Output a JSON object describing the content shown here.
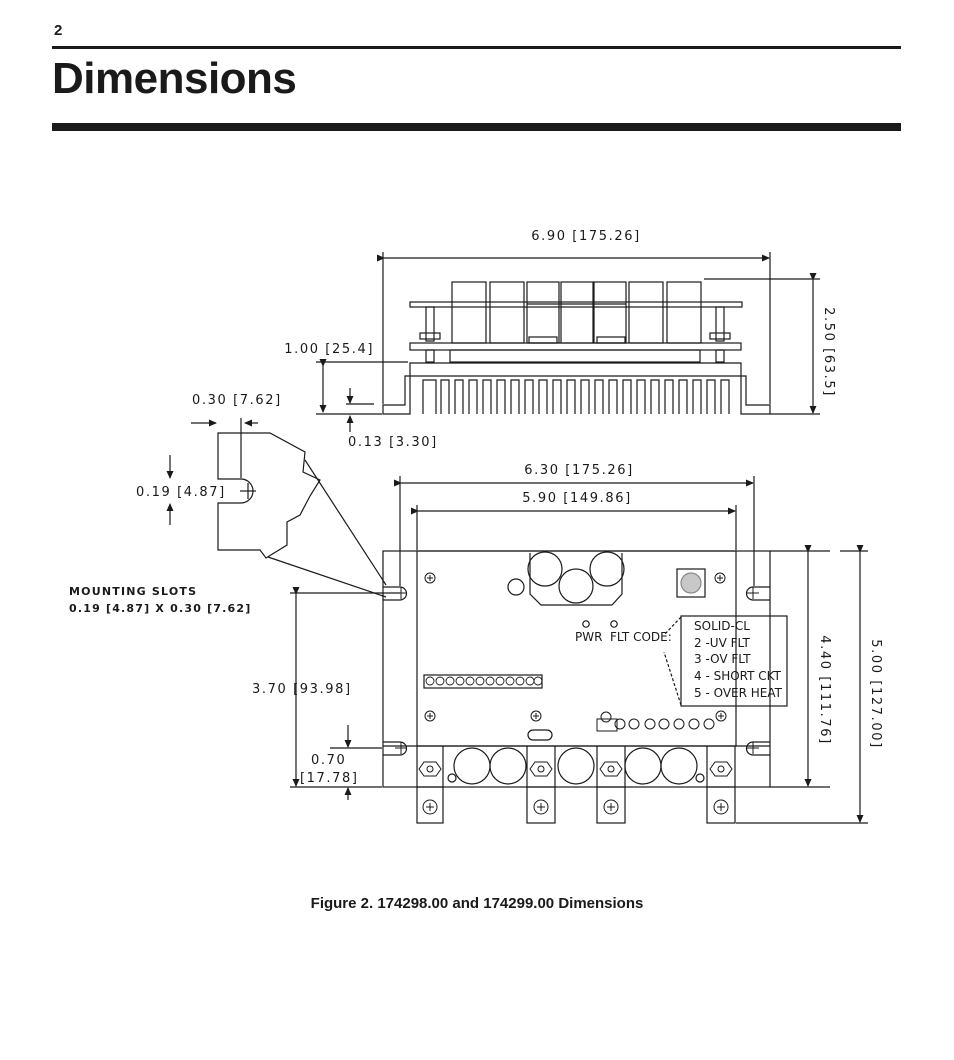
{
  "page": {
    "number": "2",
    "title": "Dimensions"
  },
  "figure": {
    "caption": "Figure 2. 174298.00 and 174299.00 Dimensions",
    "dimensions": {
      "overall_width": "6.90 [175.26]",
      "overall_height": "2.50 [63.5]",
      "heatsink_height": "1.00 [25.4]",
      "base_thickness": "0.13 [3.30]",
      "slot_width": "0.30 [7.62]",
      "slot_height": "0.19 [4.87]",
      "mount_span": "6.30 [175.26]",
      "board_width": "5.90 [149.86]",
      "mount_vertical": "3.70 [93.98]",
      "slot_offset_top": "0.70",
      "slot_offset_bottom": "[17.78]",
      "plate_height": "4.40 [111.76]",
      "total_height": "5.00 [127.00]"
    },
    "mounting_slots": {
      "title": "MOUNTING SLOTS",
      "spec": "0.19 [4.87] X 0.30 [7.62]"
    },
    "indicators": {
      "pwr": "PWR",
      "flt": "FLT CODE:"
    },
    "fault_codes": [
      "SOLID-CL",
      "2 -UV FLT",
      "3 -OV FLT",
      "4 - SHORT CKT",
      "5 - OVER HEAT"
    ]
  }
}
